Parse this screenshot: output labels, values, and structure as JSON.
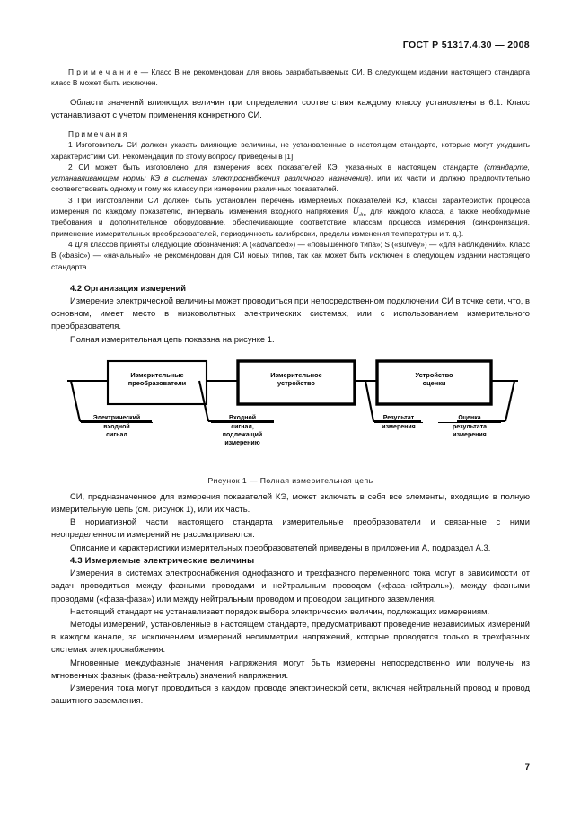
{
  "header": {
    "standard_title": "ГОСТ Р 51317.4.30 — 2008"
  },
  "folio": {
    "page_number": "7"
  },
  "paragraphs": {
    "note_top": "П р и м е ч а н и е — Класс В  не рекомендован   для  вновь разрабатываемых СИ.  В  следующем  издании настоящего стандарта  класс В может быть исключен.",
    "scope": "Области значений влияющих величин  при определении соответствия  каждому  классу  установлены в  6.1. Класс устанавливают с учетом применения конкретного  СИ.",
    "notes_heading": "Примечания",
    "note_1": "1 Изготовитель СИ  должен указать влияющие величины, не установленные  в настоящем стандарте,  которые могут ухудшить  характеристики  СИ. Рекомендации по  этому  вопросу  приведены  в  [1].",
    "note_2_a": "2   СИ   может  быть  изготовлено  для   измерения  всех  показателей  КЭ,  указанных  в настоящем  стандарте ",
    "note_2_italic": "(стандарте, устанавливающем нормы КЭ  в системах электроснабжения различного назначения)",
    "note_2_b": ", или   их части  и  должно предпочтительно соответствовать  одному и тому же классу  при измерении  различных показателей.",
    "note_3_a": "3  При изготовлении  СИ  должен быть установлен  перечень  измеряемых показателей КЭ, классы характеристик  процесса  измерения  по каждому  показателю,  интервалы  изменения    входного  напряжения ",
    "note_3_symbol": "U",
    "note_3_subscript": "din",
    "note_3_b": "  для каждого  класса,  а также необходимые требования и дополнительное оборудование, обеспечивающие соответствие классам процесса измерения  (синхронизация,  применение  измерительных  преобразователей,   периодичность  калибровки, пределы  изменения  температуры   и  т. д.).",
    "note_4": "4 Для классов приняты следующие обозначения:  А («advanced»)  — «повышенного типа»;  S («survey») — «для  наблюдений».  Класс В («basic»)  — «начальный»  не рекомендован  для  СИ  новых типов, так как  может быть исключен в следующем издании настоящего стандарта.",
    "clause_4_2_title": "4.2 Организация измерений",
    "clause_4_2_p1": "Измерение  электрической  величины  может  проводиться  при  непосредственном  подключении СИ в точке сети, что, в основном,  имеет место в низковольтных электрических системах, или с использованием  измерительного преобразователя.",
    "clause_4_2_p2": "Полная измерительная цепь  показана на рисунке 1.",
    "after_fig_p1": "СИ, предназначенное  для измерения показателей КЭ,  может включать в себя все элементы, входящие в полную  измерительную цепь (см. рисунок 1),  или их часть.",
    "after_fig_p2": " В нормативной части  настоящего стандарта  измерительные преобразователи и связанные с ними неопределенности  измерений не  рассматриваются.",
    "after_fig_p3": " Описание и характеристики измерительных преобразователей  приведены  в  приложении А, подраздел   А.3.",
    "clause_4_3_title": "4.3  Измеряемые  электрические  величины",
    "clause_4_3_p1": "Измерения в системах электроснабжения однофазного и трехфазного переменного тока могут в зависимости от задач  проводиться между  фазными  проводами и нейтральным проводом  («фаза-нейтраль»), между фазными  проводами  («фаза-фаза») или между нейтральным проводом и проводом защитного заземления.",
    "clause_4_3_p2": "Настоящий стандарт не устанавливает порядок выбора электрических величин, подлежащих измерениям.",
    "clause_4_3_p3": "Методы измерений, установленные в настоящем стандарте, предусматривают проведение независимых измерений в   каждом  канале,  за исключением измерений несимметрии напряжений, которые проводятся только в трехфазных системах электроснабжения.",
    "clause_4_3_p4": "Мгновенные междуфазные значения напряжения могут быть измерены непосредственно или получены из мгновенных фазных (фаза-нейтраль) значений напряжения.",
    "clause_4_3_p5": "Измерения тока  могут проводиться в каждом проводе электрической сети,  включая нейтральный провод  и  провод защитного заземления."
  },
  "figure": {
    "caption": "Рисунок  1 —   Полная   измерительная   цепь",
    "boxes": [
      {
        "line1": "Измерительные",
        "line2": "преобразователи"
      },
      {
        "line1": "Измерительное",
        "line2": "устройство"
      },
      {
        "line1": "Устройство",
        "line2": "оценки"
      }
    ],
    "leaders": [
      {
        "line1": "Электрический",
        "line2": "входной",
        "line3": "сигнал",
        "line4": ""
      },
      {
        "line1": "Входной",
        "line2": "сигнал,",
        "line3": "подлежащий",
        "line4": "измерению"
      },
      {
        "line1": "Результат",
        "line2": "измерения",
        "line3": "",
        "line4": ""
      },
      {
        "line1": "Оценка",
        "line2": "результата",
        "line3": "измерения",
        "line4": ""
      }
    ]
  }
}
